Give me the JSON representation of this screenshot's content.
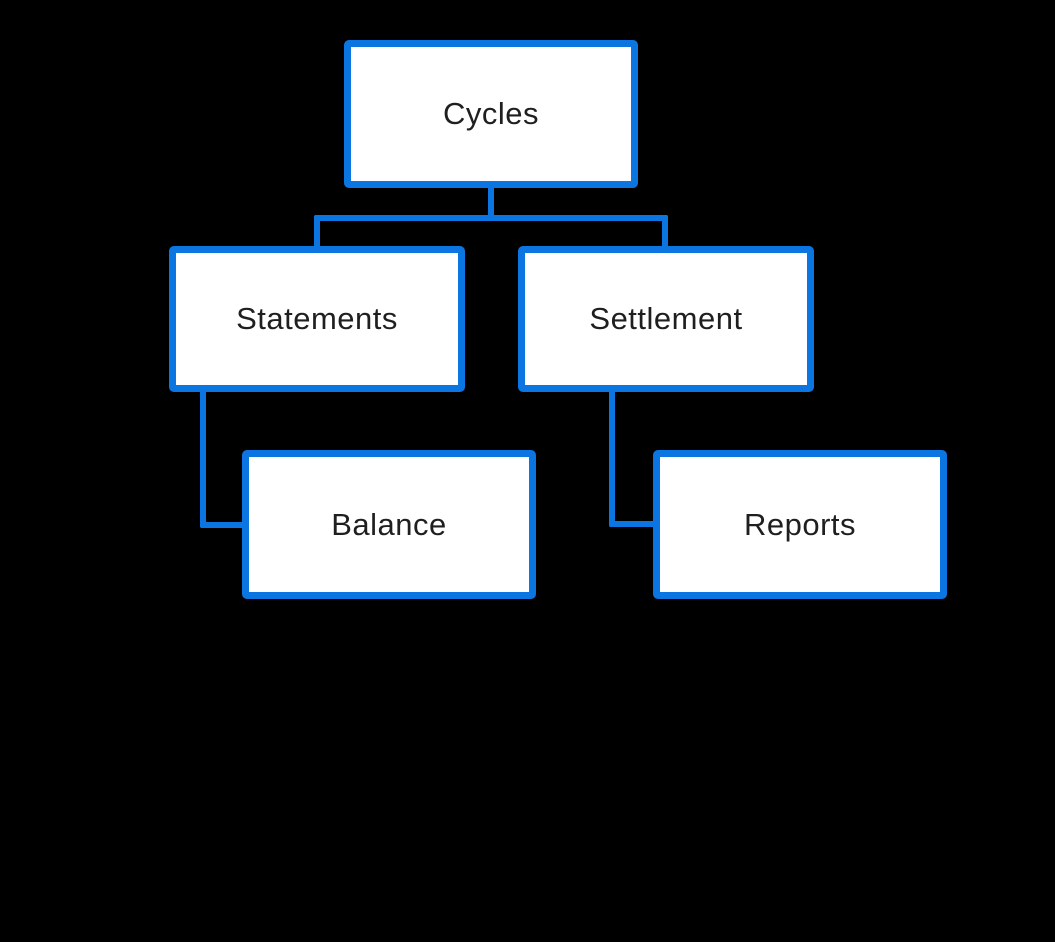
{
  "diagram": {
    "type": "hierarchy-flowchart",
    "nodes": [
      {
        "id": "cycles",
        "label": "Cycles",
        "level": 0
      },
      {
        "id": "statements",
        "label": "Statements",
        "level": 1
      },
      {
        "id": "settlement",
        "label": "Settlement",
        "level": 1
      },
      {
        "id": "balance",
        "label": "Balance",
        "level": 2
      },
      {
        "id": "reports",
        "label": "Reports",
        "level": 2
      }
    ],
    "edges": [
      {
        "from": "cycles",
        "to": "statements"
      },
      {
        "from": "cycles",
        "to": "settlement"
      },
      {
        "from": "statements",
        "to": "balance"
      },
      {
        "from": "settlement",
        "to": "reports"
      }
    ],
    "colors": {
      "background": "#000000",
      "node_fill": "#ffffff",
      "node_border": "#0b76e1",
      "connector": "#0b76e1",
      "text": "#1f1f1f"
    }
  }
}
